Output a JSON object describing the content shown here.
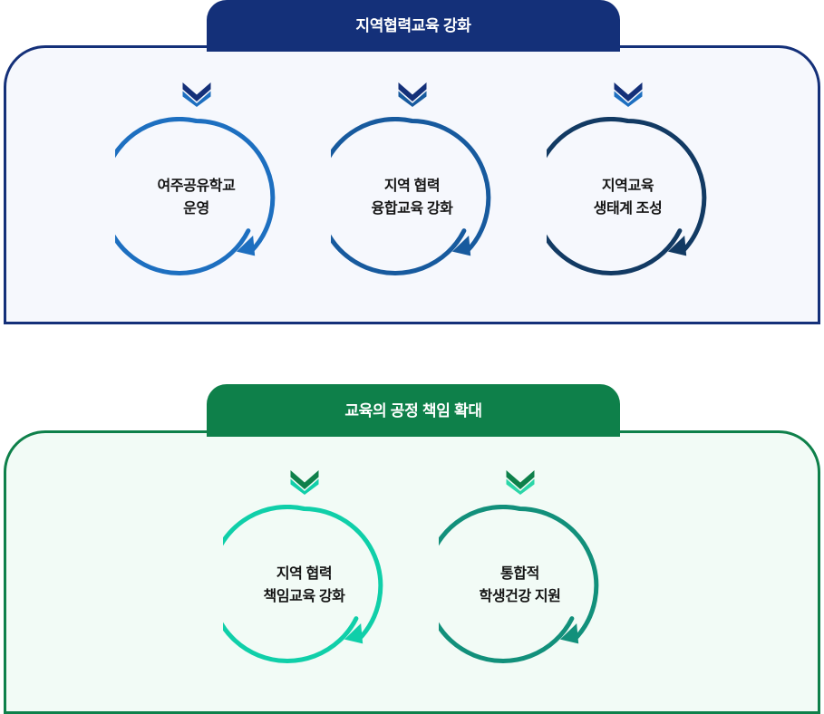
{
  "diagram": {
    "title_semantic": "education-strategy-diagram",
    "sections": [
      {
        "key": "community-cooperation",
        "header": "지역협력교육 강화",
        "header_bg": "#143079",
        "panel_bg": "#f6f8fd",
        "panel_border": "#143079",
        "nodes": [
          {
            "line1": "여주공유학교",
            "line2": "운영",
            "ring_color": "#1d6fc0",
            "chevron_top": "#143079",
            "chevron_bottom": "#1d6fc0"
          },
          {
            "line1": "지역 협력",
            "line2": "융합교육 강화",
            "ring_color": "#175a9e",
            "chevron_top": "#143079",
            "chevron_bottom": "#175a9e"
          },
          {
            "line1": "지역교육",
            "line2": "생태계 조성",
            "ring_color": "#123a63",
            "chevron_top": "#143079",
            "chevron_bottom": "#1d6fc0"
          }
        ]
      },
      {
        "key": "fair-responsibility",
        "header": "교육의 공정 책임 확대",
        "header_bg": "#0e804a",
        "panel_bg": "#f2fbf6",
        "panel_border": "#0e804a",
        "nodes": [
          {
            "line1": "지역 협력",
            "line2": "책임교육 강화",
            "ring_color": "#10cfa9",
            "chevron_top": "#0e804a",
            "chevron_bottom": "#10cfa9"
          },
          {
            "line1": "통합적",
            "line2": "학생건강 지원",
            "ring_color": "#12907b",
            "chevron_top": "#0e804a",
            "chevron_bottom": "#2cd6a8"
          }
        ]
      }
    ]
  }
}
